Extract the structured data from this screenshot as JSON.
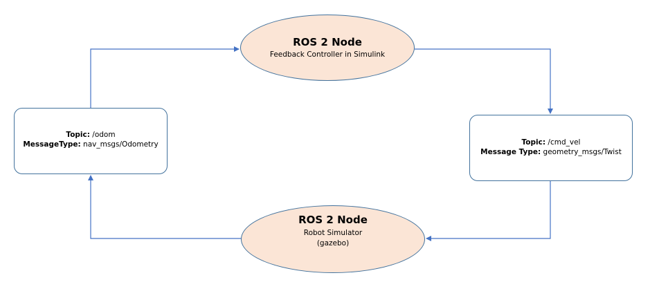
{
  "colors": {
    "node_fill": "#fbe5d6",
    "outline": "#41719c",
    "connector": "#4472c4",
    "box_fill": "#ffffff"
  },
  "nodes": {
    "feedback_controller": {
      "title": "ROS 2 Node",
      "subtitle": "Feedback Controller in Simulink"
    },
    "robot_simulator": {
      "title": "ROS 2 Node",
      "subtitle_line1": "Robot Simulator",
      "subtitle_line2": "(gazebo)"
    }
  },
  "topics": {
    "odom": {
      "topic_label": "Topic:",
      "topic_value": " /odom",
      "type_label": "MessageType:",
      "type_value": " nav_msgs/Odometry"
    },
    "cmd_vel": {
      "topic_label": "Topic:",
      "topic_value": " /cmd_vel",
      "type_label": "Message Type:",
      "type_value": " geometry_msgs/Twist"
    }
  },
  "edges": [
    {
      "from": "odom",
      "to": "feedback_controller"
    },
    {
      "from": "feedback_controller",
      "to": "cmd_vel"
    },
    {
      "from": "cmd_vel",
      "to": "robot_simulator"
    },
    {
      "from": "robot_simulator",
      "to": "odom"
    }
  ]
}
